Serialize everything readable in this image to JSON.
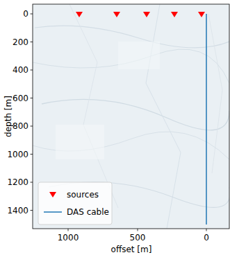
{
  "diagram": {
    "labels": [
      "0",
      "200",
      "400",
      "600",
      "800",
      "1000",
      "1200",
      "1400",
      "1000",
      "500",
      "0",
      "depth [m]",
      "offset [m]"
    ],
    "legend": [
      {
        "text": "sources"
      },
      {
        "text": "DAS cable"
      }
    ]
  }
}
